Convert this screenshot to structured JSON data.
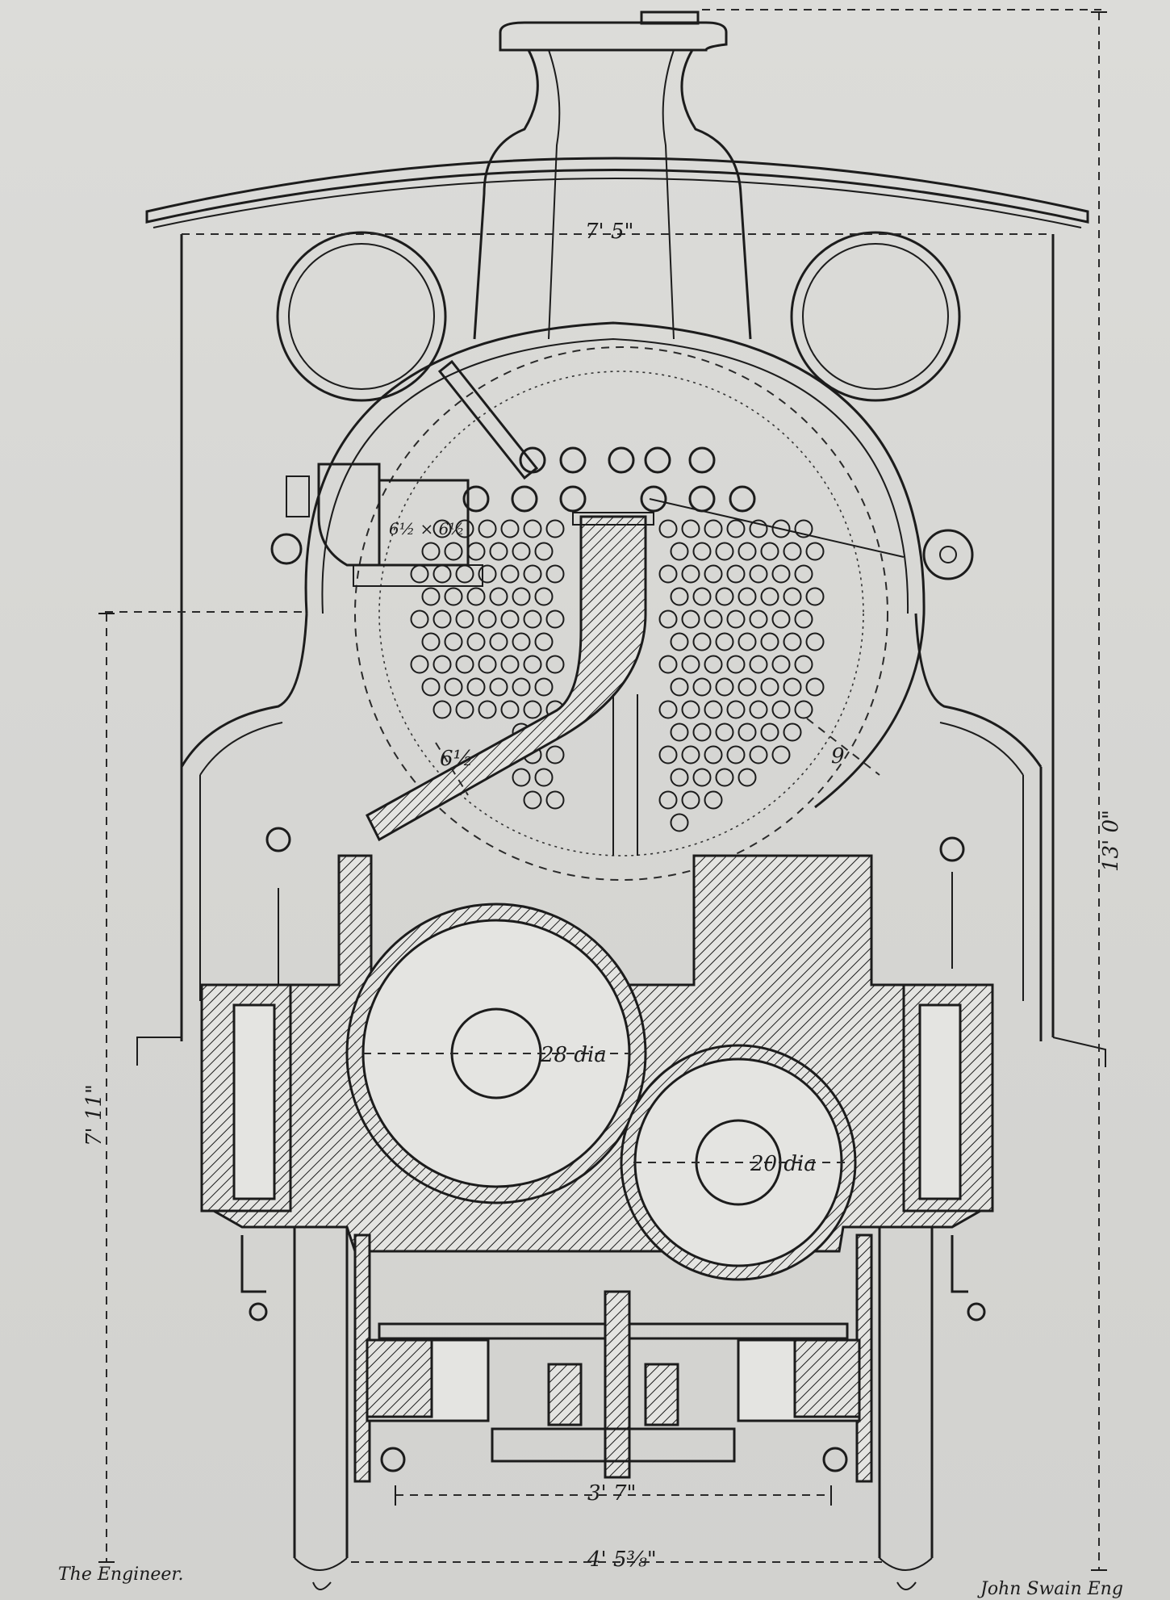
{
  "drawing": {
    "dimensions": {
      "cab_width": "7' 5\"",
      "overall_height": "13' 0\"",
      "axle_height": "7' 11\"",
      "gauge": "4' 5⅜\"",
      "frames": "3' 7\"",
      "cylinder_large": "28 dia",
      "cylinder_small": "20 dia",
      "steam_pipe": "6½",
      "valve_box": "6½ × 6½",
      "side_clearance": "9"
    },
    "credits": {
      "publisher": "The Engineer.",
      "engraver": "John Swain Eng"
    },
    "colors": {
      "ink": "#1c1c1c",
      "paper": "#d9d9d6"
    }
  }
}
